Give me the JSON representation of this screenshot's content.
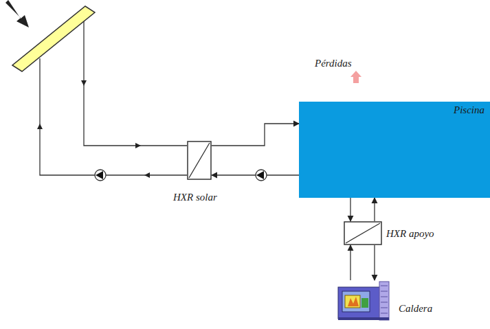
{
  "diagram": {
    "nodes": [
      {
        "text": [
          "Piscina"
        ]
      },
      {
        "text": [
          "HXR solar"
        ]
      },
      {
        "text": [
          "HXR apoyo"
        ]
      },
      {
        "text": [
          "Caldera"
        ]
      }
    ],
    "edges": [
      {
        "from": 1,
        "to": 0,
        "arrow": "to"
      },
      {
        "from": 0,
        "to": 1,
        "arrow": "to"
      },
      {
        "from": 0,
        "to": 2,
        "arrow": "to"
      },
      {
        "from": 2,
        "to": 0,
        "arrow": "to"
      },
      {
        "from": 3,
        "to": 2,
        "arrow": "to"
      },
      {
        "from": 2,
        "to": 3,
        "arrow": "to"
      }
    ],
    "labels": [
      "Pérdidas"
    ]
  }
}
